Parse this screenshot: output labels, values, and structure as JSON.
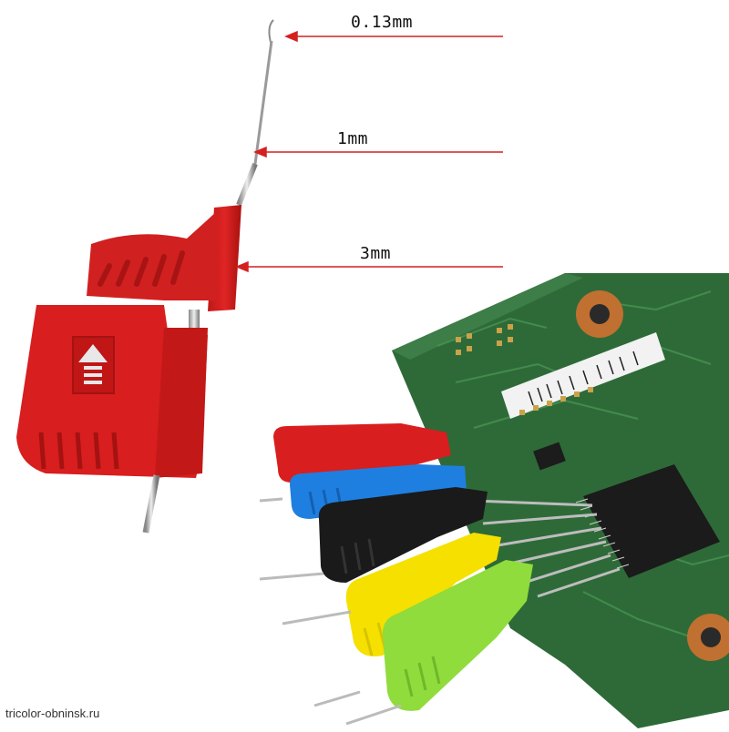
{
  "dimensions": [
    {
      "label": "0.13mm"
    },
    {
      "label": "1mm"
    },
    {
      "label": "3mm"
    }
  ],
  "watermark": "tricolor-obninsk.ru",
  "colors": {
    "arrow": "#d42020",
    "clip_red": "#d81e1e",
    "clip_blue": "#1e7fe0",
    "clip_black": "#1a1a1a",
    "clip_yellow": "#f5e000",
    "clip_green": "#8fdc3c",
    "pcb": "#2f6b3a"
  }
}
